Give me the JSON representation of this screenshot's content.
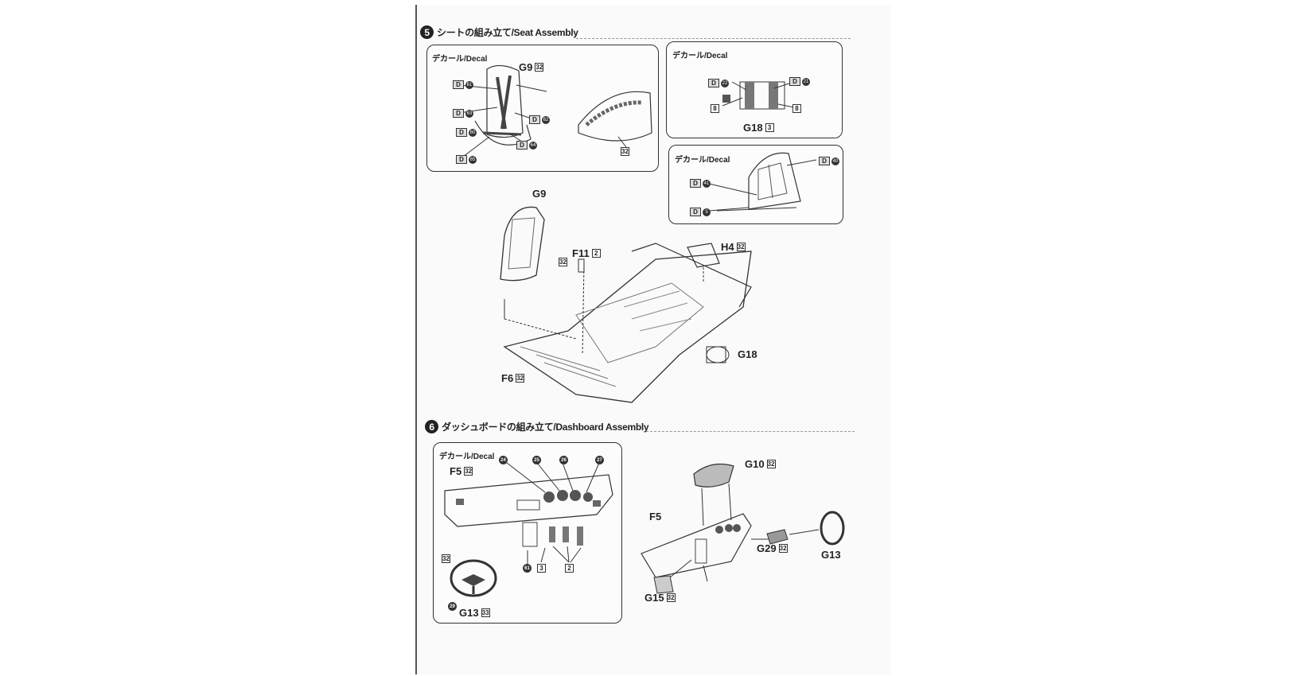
{
  "step5": {
    "number": "5",
    "title": "シートの組み立て/Seat Assembly",
    "panel_a": {
      "decal_label": "デカール/Decal",
      "part": "G9",
      "part_qty": "32",
      "decals": [
        {
          "letter": "D",
          "num": "61"
        },
        {
          "letter": "D",
          "num": "63"
        },
        {
          "letter": "D",
          "num": "60"
        },
        {
          "letter": "D",
          "num": "65"
        },
        {
          "letter": "D",
          "num": "64"
        },
        {
          "letter": "D",
          "num": "62"
        }
      ],
      "qty_mark": "32"
    },
    "panel_b": {
      "decal_label": "デカール/Decal",
      "part": "G18",
      "part_qty": "3",
      "decals": [
        {
          "letter": "D",
          "num": "22"
        },
        {
          "letter": "D",
          "num": "21"
        }
      ],
      "marks": [
        "8",
        "8"
      ]
    },
    "panel_c": {
      "decal_label": "デカール/Decal",
      "decals": [
        {
          "letter": "D",
          "num": "40"
        },
        {
          "letter": "D",
          "num": "41"
        },
        {
          "letter": "D",
          "num": "5"
        }
      ]
    },
    "main": {
      "g9": "G9",
      "f11": "F11",
      "f11_qty": "2",
      "f11_mark": "32",
      "h4": "H4",
      "h4_qty": "32",
      "g18": "G18",
      "f6": "F6",
      "f6_qty": "32"
    }
  },
  "step6": {
    "number": "6",
    "title": "ダッシュボードの組み立て/Dashboard Assembly",
    "panel": {
      "decal_label": "デカール/Decal",
      "part": "F5",
      "part_qty": "32",
      "gauge_decals": [
        "24",
        "25",
        "26",
        "27"
      ],
      "pedal_marks": [
        "61",
        "3",
        "2"
      ],
      "wheel_mark_top": "32",
      "wheel_mark_bottom": "29",
      "wheel": "G13",
      "wheel_qty": "33"
    },
    "main": {
      "g10": "G10",
      "g10_qty": "32",
      "f5": "F5",
      "g29": "G29",
      "g29_qty": "32",
      "g13": "G13",
      "g15": "G15",
      "g15_qty": "32"
    }
  }
}
